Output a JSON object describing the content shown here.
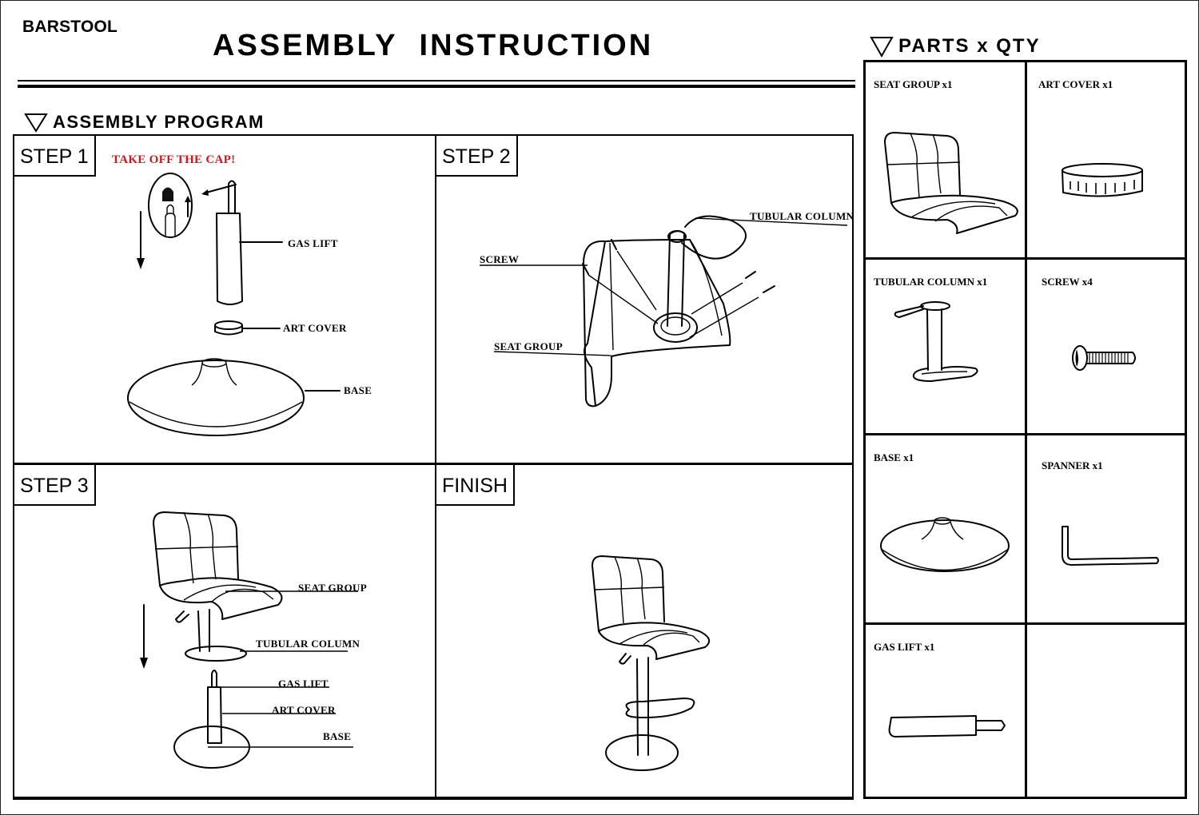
{
  "header": {
    "brand": "BARSTOOL",
    "title": "ASSEMBLY INSTRUCTION"
  },
  "assembly_program": {
    "heading": "ASSEMBLY PROGRAM",
    "heading_icon": "triangle-down-icon",
    "steps": [
      {
        "label": "STEP 1",
        "warning": "TAKE OFF THE CAP!",
        "warning_color": "#d0161b",
        "callouts": [
          "GAS LIFT",
          "ART COVER",
          "BASE"
        ]
      },
      {
        "label": "STEP 2",
        "callouts": [
          "TUBULAR COLUMN",
          "SCREW",
          "SEAT GROUP"
        ]
      },
      {
        "label": "STEP 3",
        "callouts": [
          "SEAT GROUP",
          "TUBULAR COLUMN",
          "GAS LIFT",
          "ART COVER",
          "BASE"
        ]
      },
      {
        "label": "FINISH"
      }
    ]
  },
  "parts": {
    "heading": "PARTS x QTY",
    "heading_icon": "triangle-down-icon",
    "items": [
      {
        "label": "SEAT GROUP x1",
        "icon": "seat-group-icon"
      },
      {
        "label": "ART COVER x1",
        "icon": "art-cover-icon"
      },
      {
        "label": "TUBULAR COLUMN x1",
        "icon": "tubular-column-icon"
      },
      {
        "label": "SCREW  x4",
        "icon": "screw-icon"
      },
      {
        "label": "BASE  x1",
        "icon": "base-icon"
      },
      {
        "label": "SPANNER  x1",
        "icon": "spanner-icon"
      },
      {
        "label": "GAS LIFT x1",
        "icon": "gas-lift-icon"
      }
    ]
  }
}
